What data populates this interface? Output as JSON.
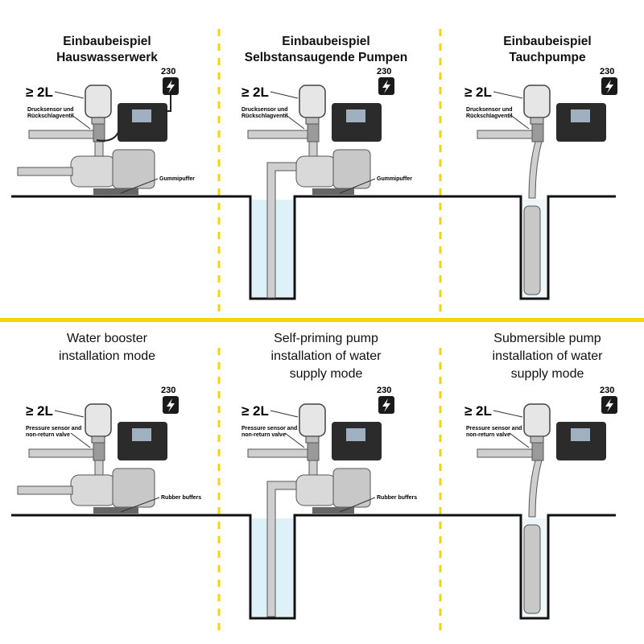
{
  "colors": {
    "divider_yellow": "#f5d400",
    "ground": "#111111",
    "water": "#dff1f8",
    "tank": "#e6e6e6",
    "controller": "#2b2b2b",
    "controller_screen": "#9fb0c0"
  },
  "icons": {
    "power": "lightning-bolt-icon"
  },
  "top_row": {
    "language": "de",
    "panels": [
      {
        "title_line1": "Einbaubeispiel",
        "title_line2": "Hauswasserwerk",
        "tank_label": "≥ 2L",
        "voltage": "230",
        "sensor_label_line1": "Drucksensor und",
        "sensor_label_line2": "Rückschlagventil",
        "buffer_label": "Gummipuffer",
        "type": "surface"
      },
      {
        "title_line1": "Einbaubeispiel",
        "title_line2": "Selbstansaugende Pumpen",
        "tank_label": "≥ 2L",
        "voltage": "230",
        "sensor_label_line1": "Drucksensor und",
        "sensor_label_line2": "Rückschlagventil",
        "buffer_label": "Gummipuffer",
        "type": "self-priming"
      },
      {
        "title_line1": "Einbaubeispiel",
        "title_line2": "Tauchpumpe",
        "tank_label": "≥ 2L",
        "voltage": "230",
        "sensor_label_line1": "Drucksensor und",
        "sensor_label_line2": "Rückschlagventil",
        "buffer_label": "",
        "type": "submersible"
      }
    ]
  },
  "bottom_row": {
    "language": "en",
    "panels": [
      {
        "title_line1": "Water booster",
        "title_line2": "installation mode",
        "title_line3": "",
        "tank_label": "≥ 2L",
        "voltage": "230",
        "sensor_label_line1": "Pressure sensor and",
        "sensor_label_line2": "non-return valve",
        "buffer_label": "Rubber buffers",
        "type": "surface"
      },
      {
        "title_line1": "Self-priming pump",
        "title_line2": "installation of water",
        "title_line3": "supply mode",
        "tank_label": "≥ 2L",
        "voltage": "230",
        "sensor_label_line1": "Pressure sensor and",
        "sensor_label_line2": "non-return valve",
        "buffer_label": "Rubber buffers",
        "type": "self-priming"
      },
      {
        "title_line1": "Submersible pump",
        "title_line2": "installation of water",
        "title_line3": "supply mode",
        "tank_label": "≥ 2L",
        "voltage": "230",
        "sensor_label_line1": "Pressure sensor and",
        "sensor_label_line2": "non-return valve",
        "buffer_label": "",
        "type": "submersible"
      }
    ]
  }
}
